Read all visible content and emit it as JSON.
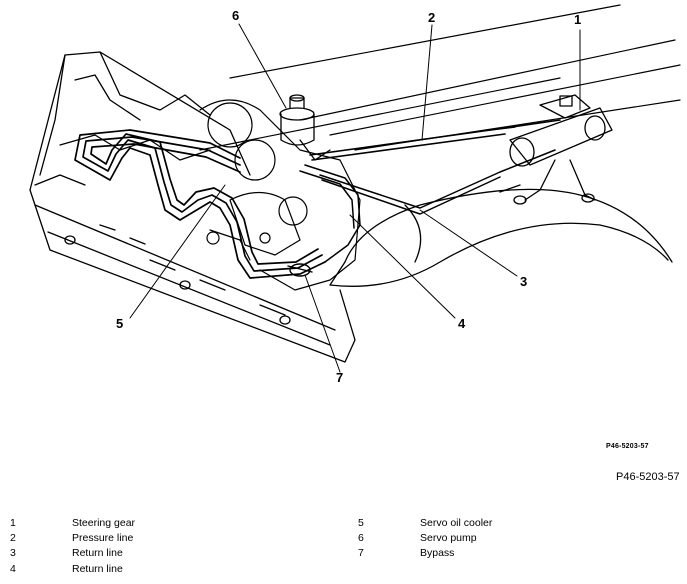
{
  "figure": {
    "small_ref": "P46-5203-57",
    "ref": "P46-5203-57"
  },
  "callouts": [
    "1",
    "2",
    "3",
    "4",
    "5",
    "6",
    "7"
  ],
  "legend": [
    {
      "num": "1",
      "label": "Steering gear"
    },
    {
      "num": "2",
      "label": "Pressure line"
    },
    {
      "num": "3",
      "label": "Return line"
    },
    {
      "num": "4",
      "label": "Return line"
    },
    {
      "num": "5",
      "label": "Servo oil cooler"
    },
    {
      "num": "6",
      "label": "Servo pump"
    },
    {
      "num": "7",
      "label": "Bypass"
    }
  ]
}
